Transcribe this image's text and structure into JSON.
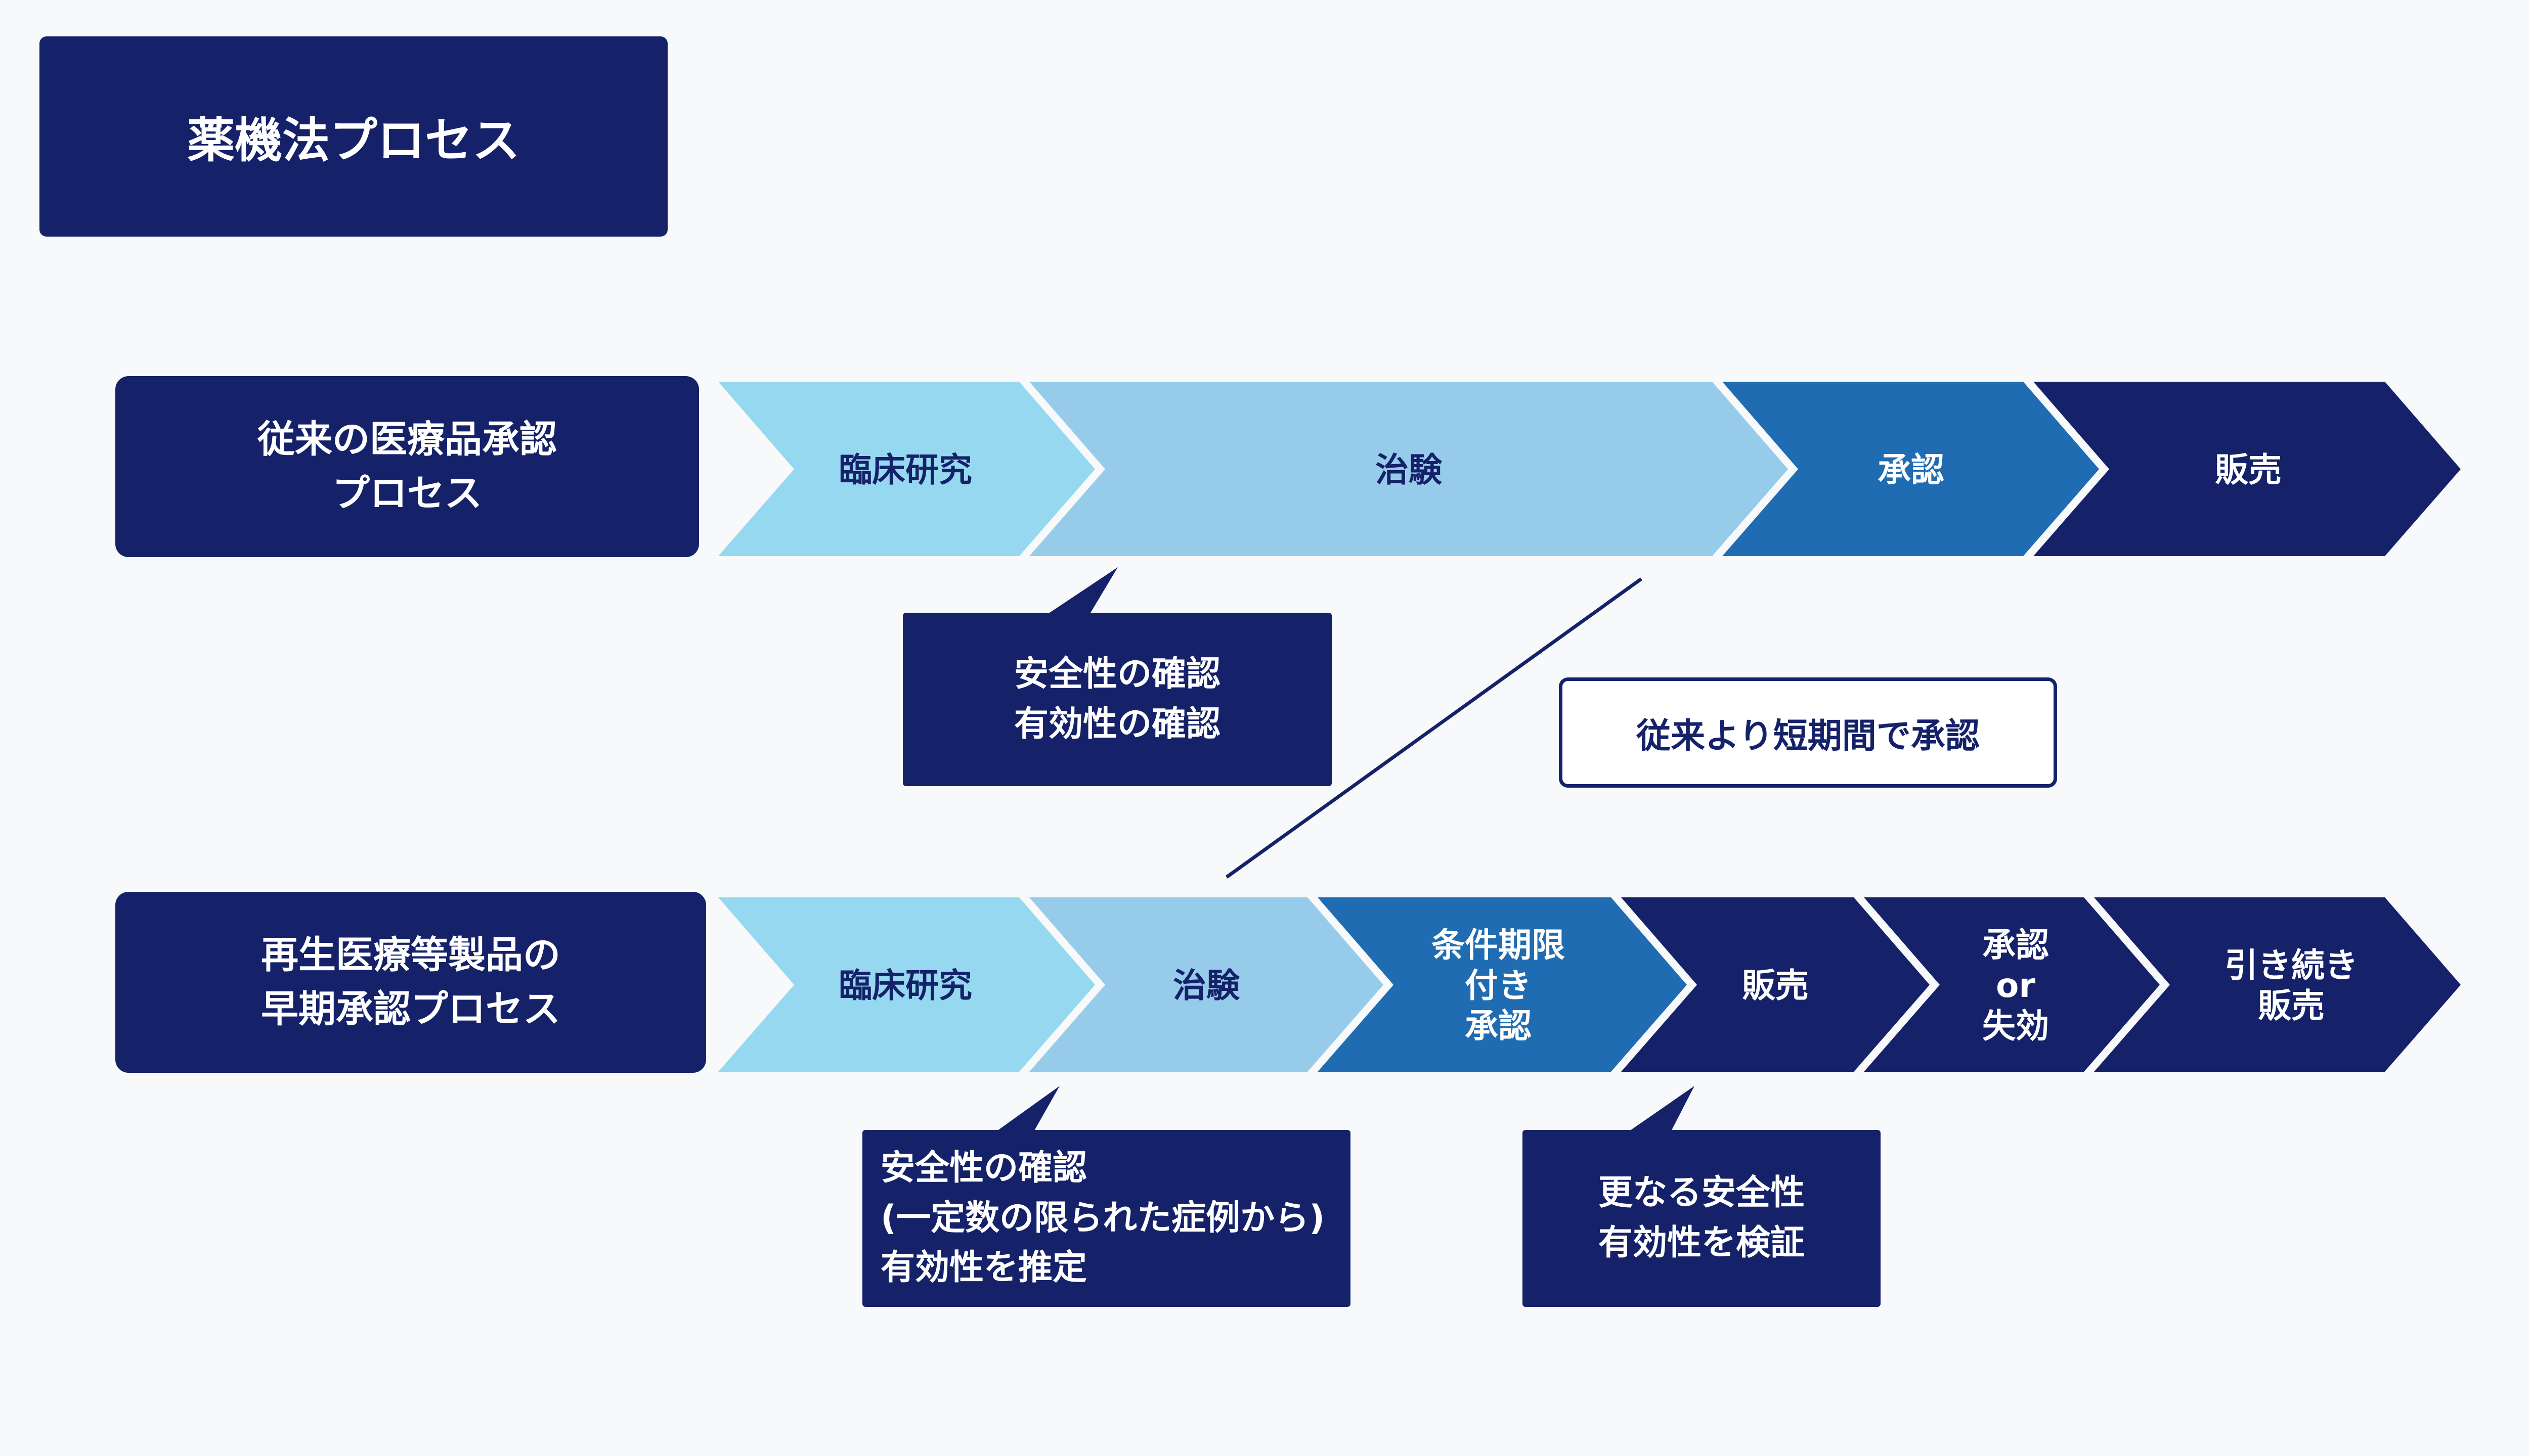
{
  "title": "薬機法プロセス",
  "colors": {
    "navy": "#15226a",
    "light_blue": "#96d8ef",
    "mid_blue": "#97cbea",
    "blue": "#1f6cb3",
    "background": "#f8f9fa"
  },
  "conventional": {
    "label": "従来の医療品承認\nプロセス",
    "steps": [
      {
        "lines": [
          "臨床研究"
        ]
      },
      {
        "lines": [
          "治験"
        ]
      },
      {
        "lines": [
          "承認"
        ]
      },
      {
        "lines": [
          "販売"
        ]
      }
    ],
    "note": "安全性の確認\n有効性の確認"
  },
  "comparison_note": "従来より短期間で承認",
  "early": {
    "label": "再生医療等製品の\n早期承認プロセス",
    "steps": [
      {
        "lines": [
          "臨床研究"
        ]
      },
      {
        "lines": [
          "治験"
        ]
      },
      {
        "lines": [
          "条件期限",
          "付き",
          "承認"
        ]
      },
      {
        "lines": [
          "販売"
        ]
      },
      {
        "lines": [
          "承認",
          "or",
          "失効"
        ]
      },
      {
        "lines": [
          "引き続き",
          "販売"
        ]
      }
    ],
    "note_1": "安全性の確認\n(一定数の限られた症例から)\n有効性を推定",
    "note_2": "更なる安全性\n有効性を検証"
  }
}
